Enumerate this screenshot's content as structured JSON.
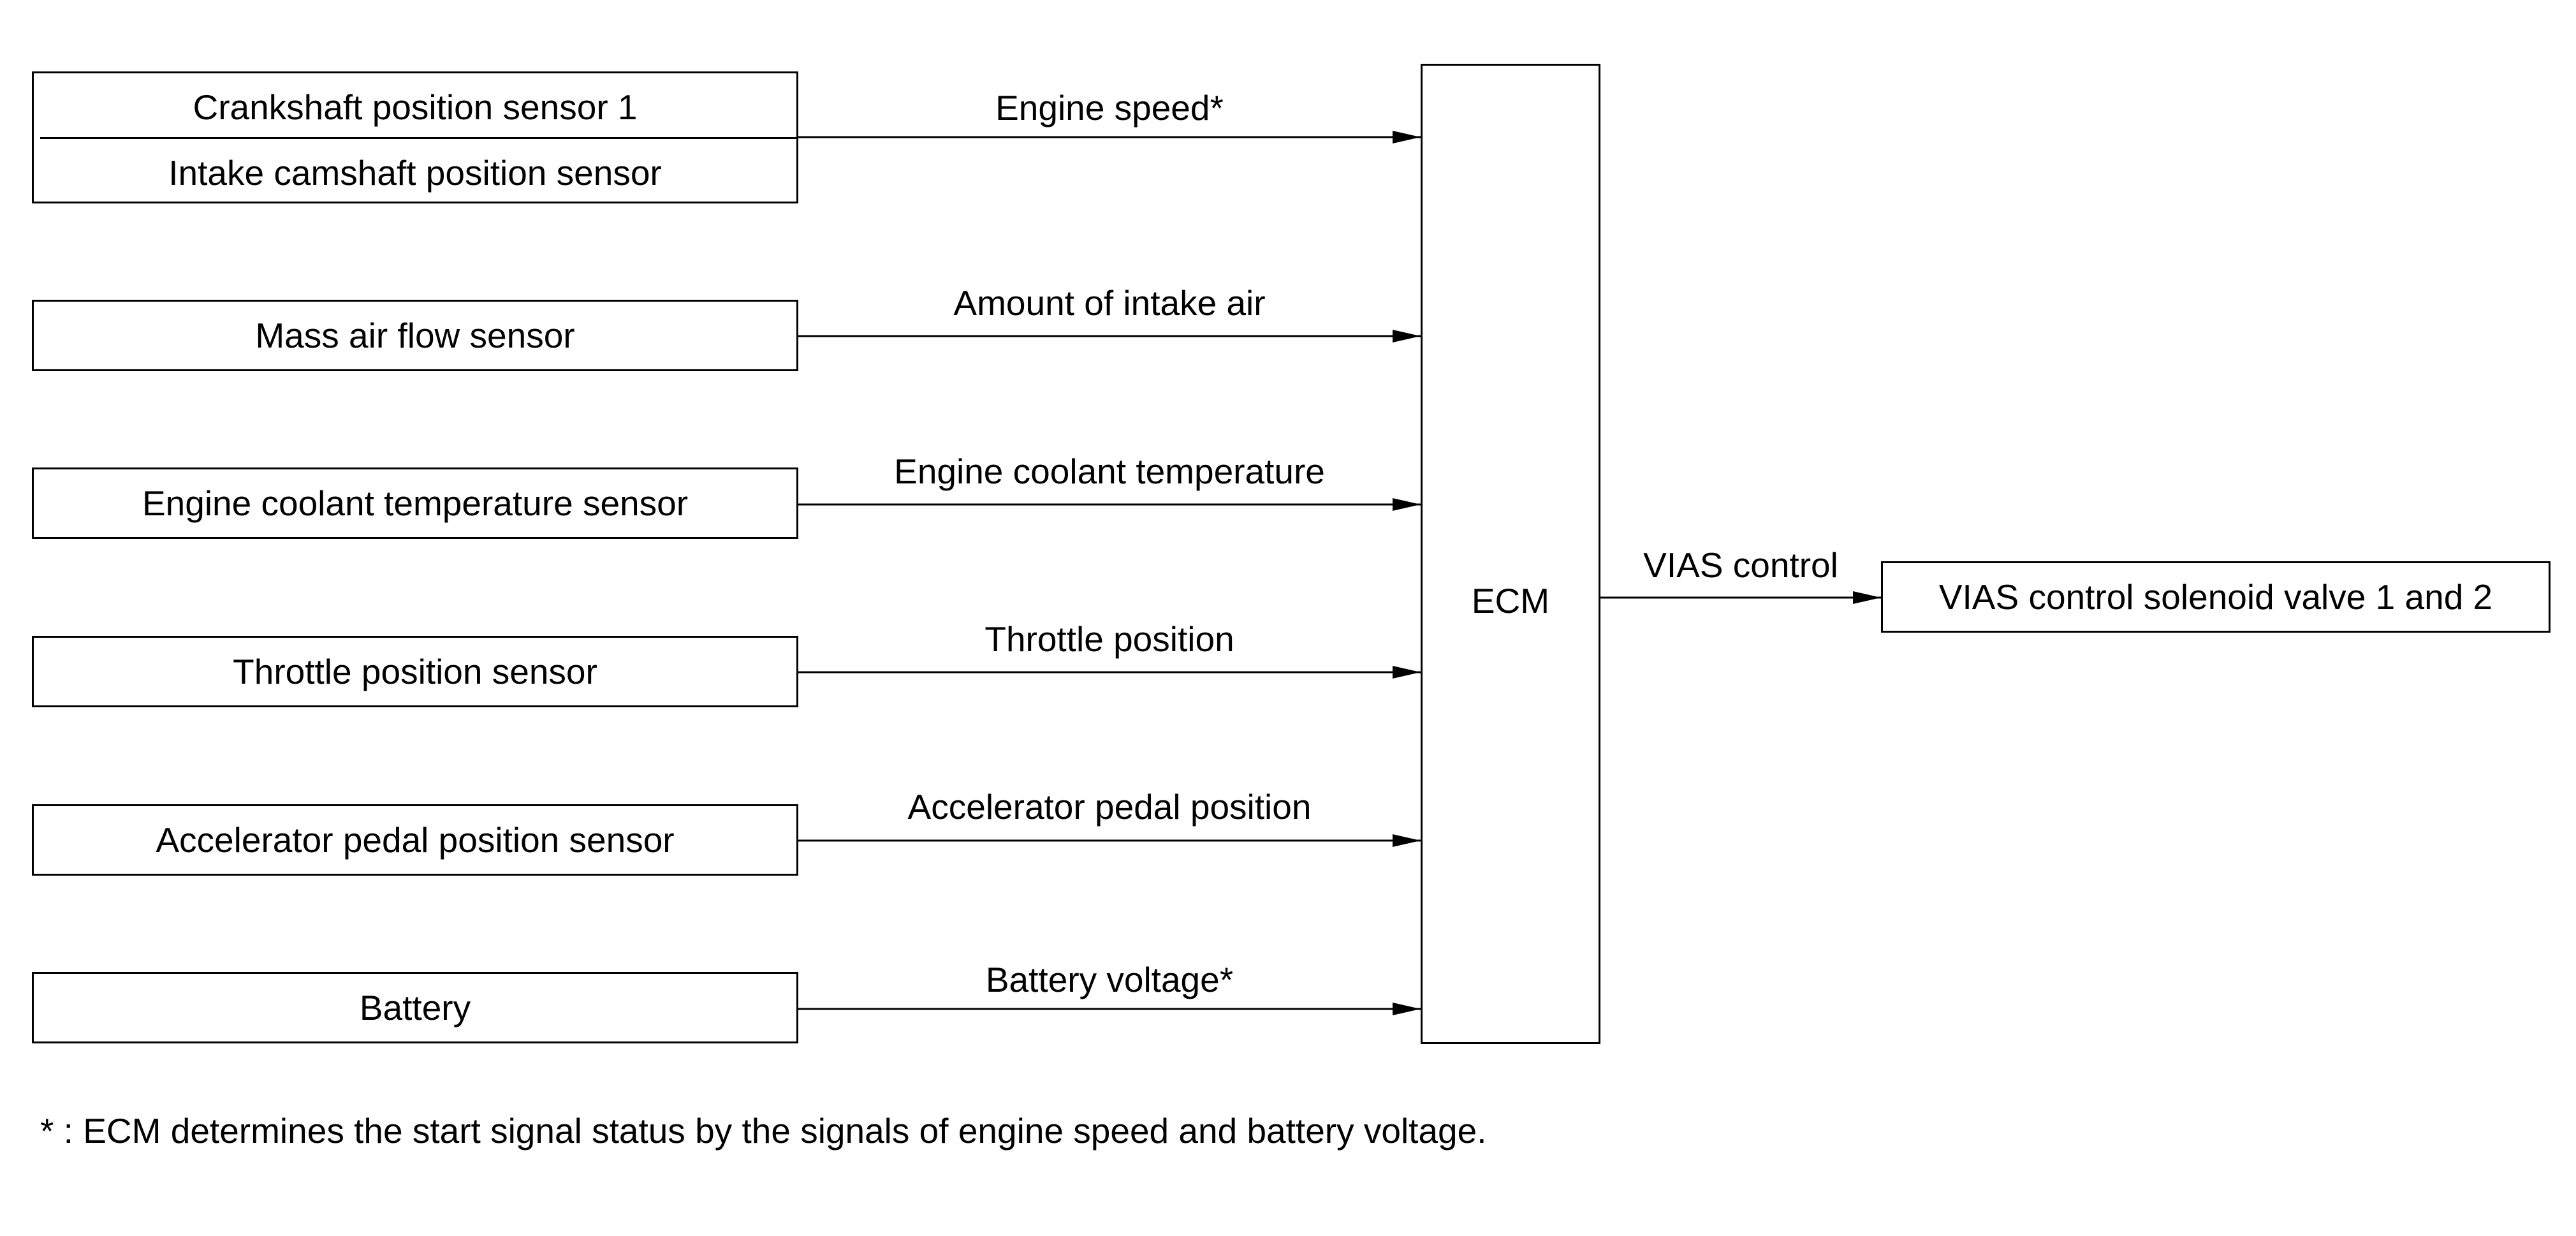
{
  "inputs": {
    "crank_cam": {
      "line1": "Crankshaft position sensor 1",
      "line2": "Intake camshaft position sensor",
      "signal": "Engine speed*"
    },
    "maf": {
      "label": "Mass air flow sensor",
      "signal": "Amount of intake air"
    },
    "ect": {
      "label": "Engine coolant temperature sensor",
      "signal": "Engine coolant temperature"
    },
    "tps": {
      "label": "Throttle position sensor",
      "signal": "Throttle position"
    },
    "apps": {
      "label": "Accelerator pedal position sensor",
      "signal": "Accelerator pedal position"
    },
    "battery": {
      "label": "Battery",
      "signal": "Battery voltage*"
    }
  },
  "ecm": {
    "label": "ECM"
  },
  "output": {
    "signal": "VIAS control",
    "label": "VIAS control solenoid valve 1 and 2"
  },
  "footnote": "* : ECM determines the start signal status by the signals of engine speed and battery voltage."
}
